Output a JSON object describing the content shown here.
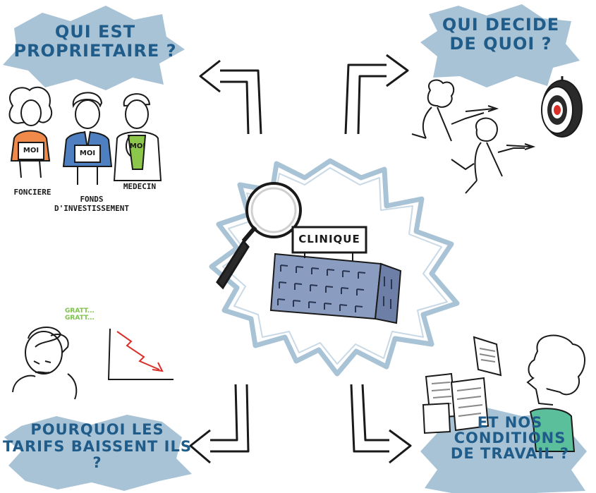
{
  "colors": {
    "title": "#1f5c8a",
    "burst": "#a9c3d6",
    "burst_outline": "#8fa9bc",
    "building": "#7d8fb5",
    "orange": "#f08a4b",
    "blue_shirt": "#4d7fc1",
    "green": "#8cc64b",
    "teal": "#5bbf9c",
    "red": "#d9302a",
    "ink": "#1a1a1a"
  },
  "icons": [
    "magnifier-icon",
    "clinic-building-icon",
    "target-icon",
    "darts-icon",
    "arrow-icon",
    "decline-chart-icon",
    "papers-icon"
  ],
  "titles": {
    "top_left": [
      "QUI EST",
      "PROPRIETAIRE ?"
    ],
    "top_right": [
      "QUI DECIDE",
      "DE QUOI ?"
    ],
    "bottom_left": [
      "POURQUOI LES",
      "TARIFS BAISSENT ILS ?"
    ],
    "bottom_right": [
      "ET NOS",
      "CONDITIONS",
      "DE TRAVAIL ?"
    ]
  },
  "center": {
    "sign": "CLINIQUE"
  },
  "owners": [
    {
      "tag": "MOI",
      "label": [
        "FONCIERE"
      ]
    },
    {
      "tag": "MOI",
      "label": [
        "FONDS",
        "D'INVESTISSEMENT"
      ]
    },
    {
      "tag": "MOI",
      "label": [
        "MEDECIN"
      ]
    }
  ],
  "scratch": [
    "GRATT...",
    "GRATT..."
  ]
}
